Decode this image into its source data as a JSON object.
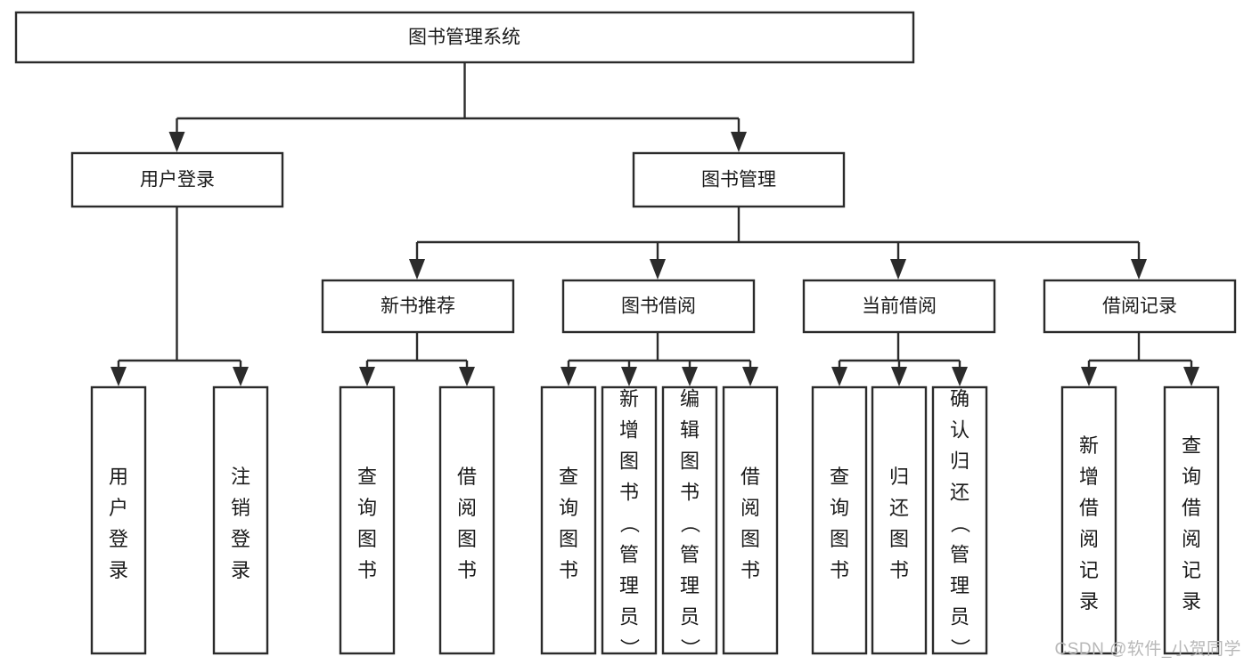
{
  "diagram": {
    "type": "tree",
    "orientation": "top-down",
    "watermark": "CSDN @软件_小贺同学",
    "colors": {
      "stroke": "#2b2b2b",
      "fill": "#ffffff",
      "text": "#1a1a1a",
      "watermark": "#b8b8b8",
      "background": "#ffffff"
    },
    "root": {
      "id": "root",
      "label": "图书管理系统"
    },
    "level2": [
      {
        "id": "user-login",
        "label": "用户登录"
      },
      {
        "id": "book-management",
        "label": "图书管理"
      }
    ],
    "level3": [
      {
        "id": "new-book-recommend",
        "label": "新书推荐",
        "parent": "book-management"
      },
      {
        "id": "book-borrow",
        "label": "图书借阅",
        "parent": "book-management"
      },
      {
        "id": "current-borrow",
        "label": "当前借阅",
        "parent": "book-management"
      },
      {
        "id": "borrow-record",
        "label": "借阅记录",
        "parent": "book-management"
      }
    ],
    "leaves": [
      {
        "id": "leaf-user-login",
        "label": "用户登录",
        "parent": "user-login"
      },
      {
        "id": "leaf-logout-login",
        "label": "注销登录",
        "parent": "user-login"
      },
      {
        "id": "leaf-query-book-1",
        "label": "查询图书",
        "parent": "new-book-recommend"
      },
      {
        "id": "leaf-borrow-book-1",
        "label": "借阅图书",
        "parent": "new-book-recommend"
      },
      {
        "id": "leaf-query-book-2",
        "label": "查询图书",
        "parent": "book-borrow"
      },
      {
        "id": "leaf-add-book",
        "label": "新增图书（管理员）",
        "parent": "book-borrow"
      },
      {
        "id": "leaf-edit-book",
        "label": "编辑图书（管理员）",
        "parent": "book-borrow"
      },
      {
        "id": "leaf-borrow-book-2",
        "label": "借阅图书",
        "parent": "book-borrow"
      },
      {
        "id": "leaf-query-book-3",
        "label": "查询图书",
        "parent": "current-borrow"
      },
      {
        "id": "leaf-return-book",
        "label": "归还图书",
        "parent": "current-borrow"
      },
      {
        "id": "leaf-confirm-return",
        "label": "确认归还（管理员）",
        "parent": "current-borrow"
      },
      {
        "id": "leaf-add-record",
        "label": "新增借阅记录",
        "parent": "borrow-record"
      },
      {
        "id": "leaf-query-record",
        "label": "查询借阅记录",
        "parent": "borrow-record"
      }
    ]
  }
}
